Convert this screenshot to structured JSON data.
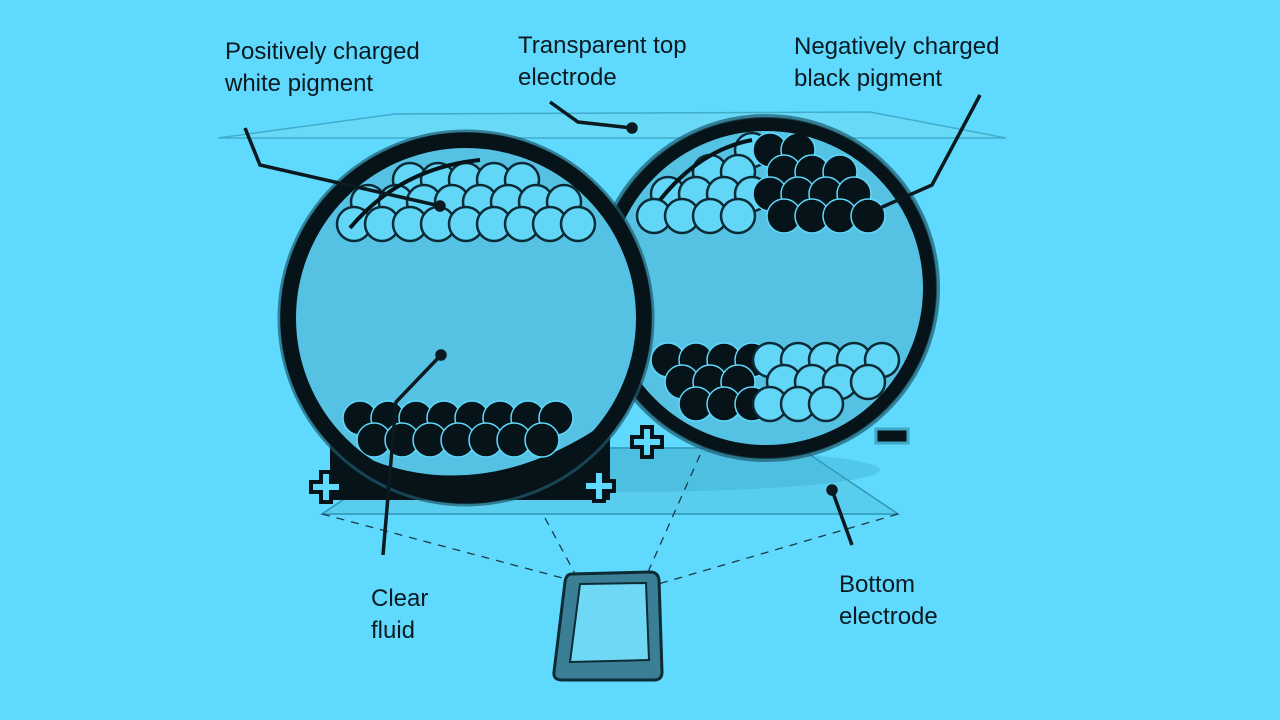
{
  "labels": {
    "white_pigment": [
      "Positively charged",
      "white pigment"
    ],
    "top_electrode": [
      "Transparent top",
      "electrode"
    ],
    "black_pigment": [
      "Negatively charged",
      "black pigment"
    ],
    "clear_fluid": [
      "Clear",
      "fluid"
    ],
    "bottom_electrode": [
      "Bottom",
      "electrode"
    ]
  },
  "colors": {
    "background": "#5fd9fd",
    "fluid": "#55c2e3",
    "dark": "#06141a",
    "white_pigment": "#62d6f6"
  }
}
